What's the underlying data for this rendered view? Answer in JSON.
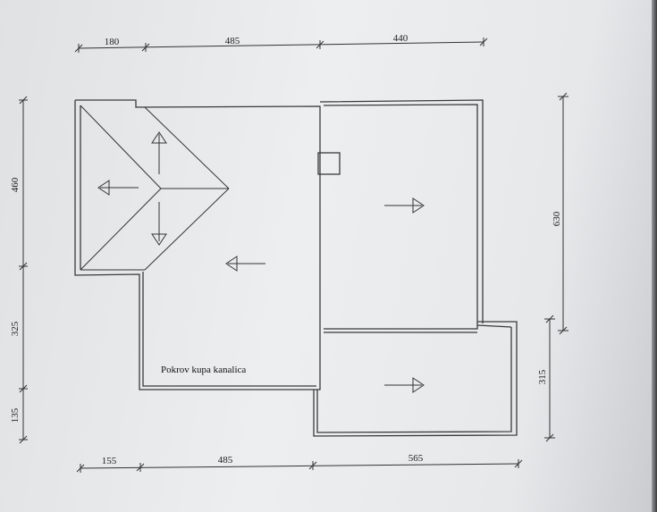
{
  "dimensions": {
    "top": [
      "180",
      "485",
      "440"
    ],
    "bottom": [
      "155",
      "485",
      "565"
    ],
    "left": [
      "460",
      "325",
      "135"
    ],
    "right_upper": "630",
    "right_lower": "315"
  },
  "roof_label": "Pokrov kupa kanalica"
}
